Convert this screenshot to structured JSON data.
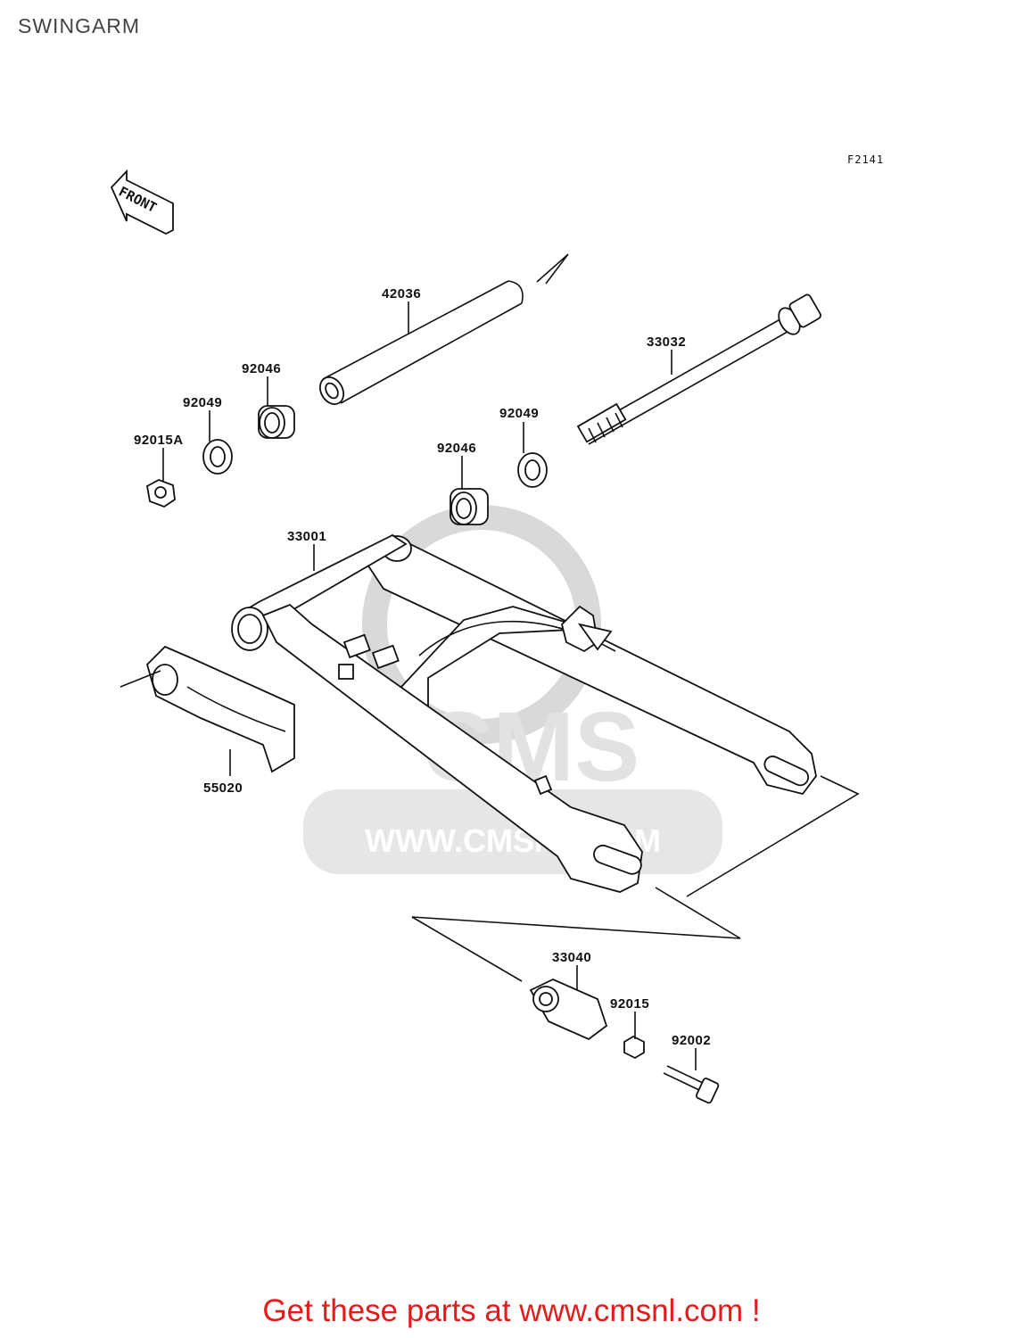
{
  "page": {
    "title": "SWINGARM",
    "figure_code": "F2141",
    "front_marker": "FRONT",
    "watermark": "WWW.CMSNL.COM",
    "watermark_logo": "CMS",
    "cta_text": "Get these parts at www.cmsnl.com !"
  },
  "parts": [
    {
      "id": "42036"
    },
    {
      "id": "33032"
    },
    {
      "id": "92046"
    },
    {
      "id": "92049"
    },
    {
      "id": "92015A"
    },
    {
      "id": "92049"
    },
    {
      "id": "92046"
    },
    {
      "id": "33001"
    },
    {
      "id": "55020"
    },
    {
      "id": "33040"
    },
    {
      "id": "92015"
    },
    {
      "id": "92002"
    }
  ],
  "colors": {
    "cta": "#e31b1b",
    "lines": "#111111",
    "watermark": "#d9d9d9"
  }
}
